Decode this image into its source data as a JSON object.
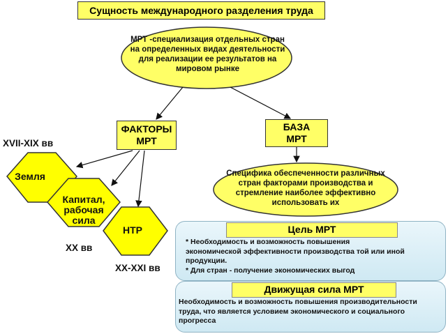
{
  "title": "Сущность международного разделения труда",
  "mrt_definition": "МРТ -специализация отдельных стран на  определенных видах   деятельности для  реализации ее результатов  на     мировом рынке",
  "factors": {
    "line1": "ФАКТОРЫ",
    "line2": "МРТ"
  },
  "base": {
    "line1": "БАЗА",
    "line2": "МРТ"
  },
  "specifics": "Специфика обеспеченности   различных стран факторами   производства  и стремление   наиболее эффективно использовать их",
  "eras": {
    "e17_19": "XVII-XIX вв",
    "e20": "XX вв",
    "e20_21": "XX-XXI вв"
  },
  "hexagons": {
    "earth": "Земля",
    "capital_l1": "Капитал,",
    "capital_l2": "рабочая",
    "capital_l3": "сила",
    "ntr": "НТР"
  },
  "goal": {
    "heading": "Цель МРТ",
    "item1_l1": "* Необходимость и возможность повышения",
    "item1_l2": "экономической эффективности производства той или иной",
    "item1_l3": "продукции.",
    "item2": "* Для стран - получение экономических выгод"
  },
  "driving_force": {
    "heading": "Движущая сила МРТ",
    "l1": "Необходимость и возможность повышения производительности",
    "l2": "труда, что является условием экономического и социального",
    "l3": "прогресса"
  },
  "colors": {
    "yellow": "#ffff66",
    "panel_border": "#8fb3c4",
    "panel_fill": "#dff1f8"
  }
}
